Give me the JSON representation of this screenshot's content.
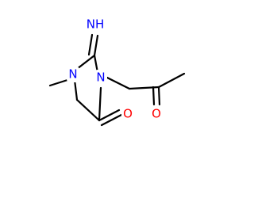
{
  "molecule": {
    "atoms": {
      "imine_nitrogen": {
        "label": "NH",
        "color": "#0000ff"
      },
      "ring_nitrogen_methyl": {
        "label": "N",
        "color": "#0000ff"
      },
      "ring_nitrogen_substituted": {
        "label": "N",
        "color": "#0000ff"
      },
      "ring_carbonyl_oxygen": {
        "label": "O",
        "color": "#ff0000"
      },
      "ketone_oxygen": {
        "label": "O",
        "color": "#ff0000"
      }
    },
    "bond_color": "#000000",
    "background_color": "#ffffff"
  }
}
